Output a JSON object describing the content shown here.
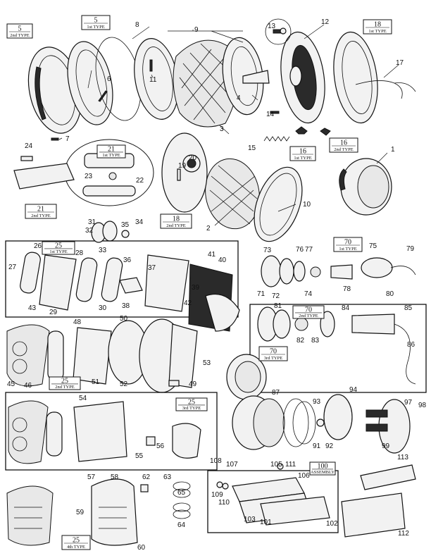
{
  "callouts": [
    "1",
    "2",
    "3",
    "4",
    "5",
    "6",
    "7",
    "8",
    "9",
    "10",
    "11",
    "12",
    "13",
    "14",
    "15",
    "16",
    "17",
    "18",
    "19",
    "20",
    "21",
    "22",
    "23",
    "24",
    "25",
    "26",
    "27",
    "28",
    "29",
    "30",
    "31",
    "32",
    "33",
    "34",
    "35",
    "36",
    "37",
    "38",
    "39",
    "40",
    "41",
    "42",
    "43",
    "45",
    "46",
    "48",
    "49",
    "50",
    "51",
    "52",
    "53",
    "54",
    "55",
    "56",
    "57",
    "58",
    "59",
    "60",
    "62",
    "63",
    "64",
    "65",
    "70",
    "71",
    "72",
    "73",
    "74",
    "75",
    "76",
    "77",
    "78",
    "79",
    "80",
    "81",
    "82",
    "83",
    "84",
    "85",
    "86",
    "87",
    "91",
    "92",
    "93",
    "94",
    "97",
    "98",
    "99",
    "100",
    "101",
    "102",
    "103",
    "105",
    "106",
    "107",
    "108",
    "109",
    "110",
    "111",
    "112",
    "113"
  ],
  "tags": {
    "t5_2nd": {
      "num": "5",
      "type": "2nd TYPE"
    },
    "t5_1st": {
      "num": "5",
      "type": "1st TYPE"
    },
    "t18_1st": {
      "num": "18",
      "type": "1st TYPE"
    },
    "t16_1st": {
      "num": "16",
      "type": "1st TYPE"
    },
    "t16_2nd": {
      "num": "16",
      "type": "2nd TYPE"
    },
    "t21_1st": {
      "num": "21",
      "type": "1st TYPE"
    },
    "t21_2nd": {
      "num": "21",
      "type": "2nd TYPE"
    },
    "t18_2nd": {
      "num": "18",
      "type": "2nd TYPE"
    },
    "t25_1st": {
      "num": "25",
      "type": "1st TYPE"
    },
    "t70_1st": {
      "num": "70",
      "type": "1st TYPE"
    },
    "t70_2nd": {
      "num": "70",
      "type": "2nd TYPE"
    },
    "t70_3rd": {
      "num": "70",
      "type": "3rd TYPE"
    },
    "t25_2nd": {
      "num": "25",
      "type": "2nd TYPE"
    },
    "t25_3rd": {
      "num": "25",
      "type": "3rd TYPE"
    },
    "t100": {
      "num": "100",
      "type": "ASSEMBLY"
    },
    "t25_4th": {
      "num": "25",
      "type": "4th TYPE"
    }
  }
}
